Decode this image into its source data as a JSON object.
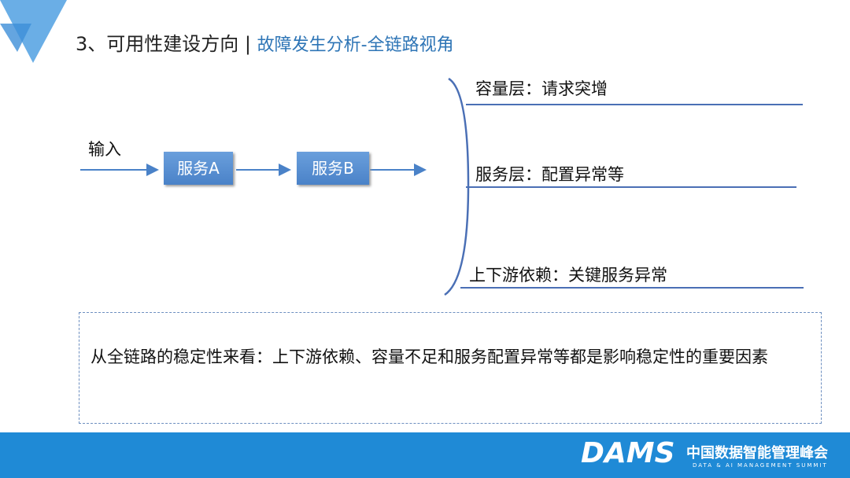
{
  "header": {
    "title": "3、可用性建设方向",
    "separator": "|",
    "subtitle": "故障发生分析-全链路视角"
  },
  "flow": {
    "input_label": "输入",
    "service_a": "服务A",
    "service_b": "服务B"
  },
  "layers": [
    {
      "label": "容量层：请求突增"
    },
    {
      "label": "服务层：配置异常等"
    },
    {
      "label": "上下游依赖：关键服务异常"
    }
  ],
  "note": "从全链路的稳定性来看：上下游依赖、容量不足和服务配置异常等都是影响稳定性的重要因素",
  "footer": {
    "logo": "DAMS",
    "name": "中国数据智能管理峰会",
    "tagline": "DATA & AI MANAGEMENT SUMMIT"
  }
}
